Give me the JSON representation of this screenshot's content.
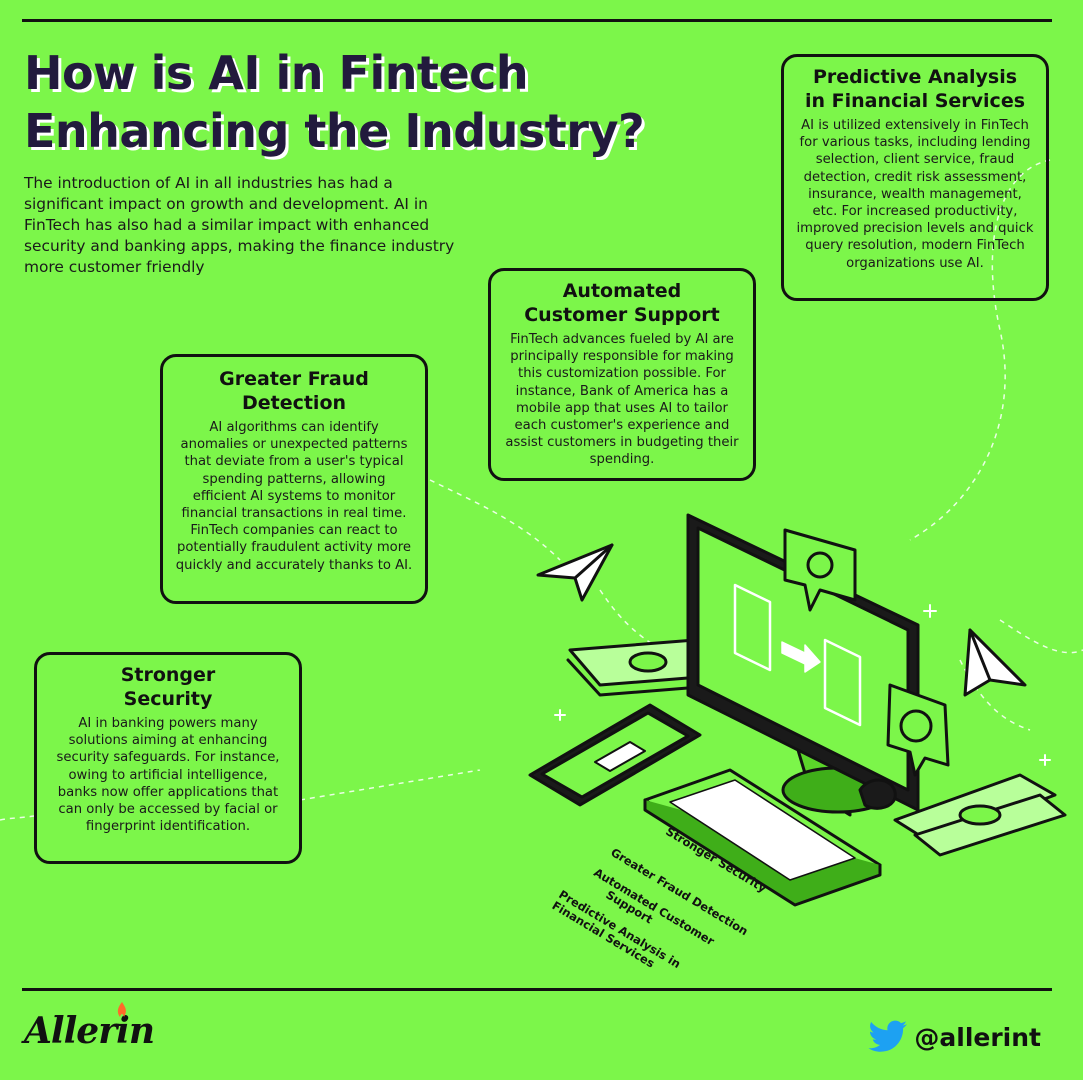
{
  "title": {
    "line1": "How is AI in Fintech",
    "line2": "Enhancing the Industry?"
  },
  "intro": "The introduction of AI in all industries has had a significant impact on growth and development. AI in FinTech has also had a similar impact with enhanced security and banking apps, making the finance industry more customer friendly",
  "cards": {
    "predictive": {
      "title_line1": "Predictive Analysis",
      "title_line2": "in Financial Services",
      "body": "AI is utilized extensively in FinTech for various tasks, including lending selection, client service, fraud detection, credit risk assessment, insurance, wealth management, etc. For increased productivity, improved precision levels and quick query resolution, modern FinTech organizations use AI."
    },
    "support": {
      "title_line1": "Automated",
      "title_line2": "Customer Support",
      "body": "FinTech advances fueled by AI are principally responsible for making this customization possible. For instance, Bank of America has a mobile app that uses AI to tailor each customer's experience and assist customers in budgeting their spending."
    },
    "fraud": {
      "title_line1": "Greater Fraud",
      "title_line2": "Detection",
      "body": "AI algorithms can identify anomalies or unexpected patterns that deviate from a user's typical spending patterns, allowing efficient AI systems to monitor financial transactions in real time. FinTech companies can react to potentially fraudulent activity more quickly and accurately thanks to AI."
    },
    "security": {
      "title_line1": "Stronger",
      "title_line2": "Security",
      "body": "AI in banking powers many solutions aiming at enhancing security safeguards. For instance, owing to artificial intelligence, banks now offer applications that can only be accessed by facial or fingerprint identification."
    }
  },
  "illustration_labels": {
    "security": "Stronger Security",
    "fraud": "Greater Fraud Detection",
    "support_line1": "Automated Customer",
    "support_line2": "Support",
    "predictive_line1": "Predictive Analysis in",
    "predictive_line2": "Financial Services"
  },
  "footer": {
    "logo": "Allerin",
    "handle": "@allerint",
    "twitter_icon": "twitter-bird-icon"
  },
  "colors": {
    "background": "#7cf64a",
    "ink": "#111111",
    "title": "#221a3d",
    "twitter": "#1da1f2",
    "flame": "#ff6a2a"
  }
}
